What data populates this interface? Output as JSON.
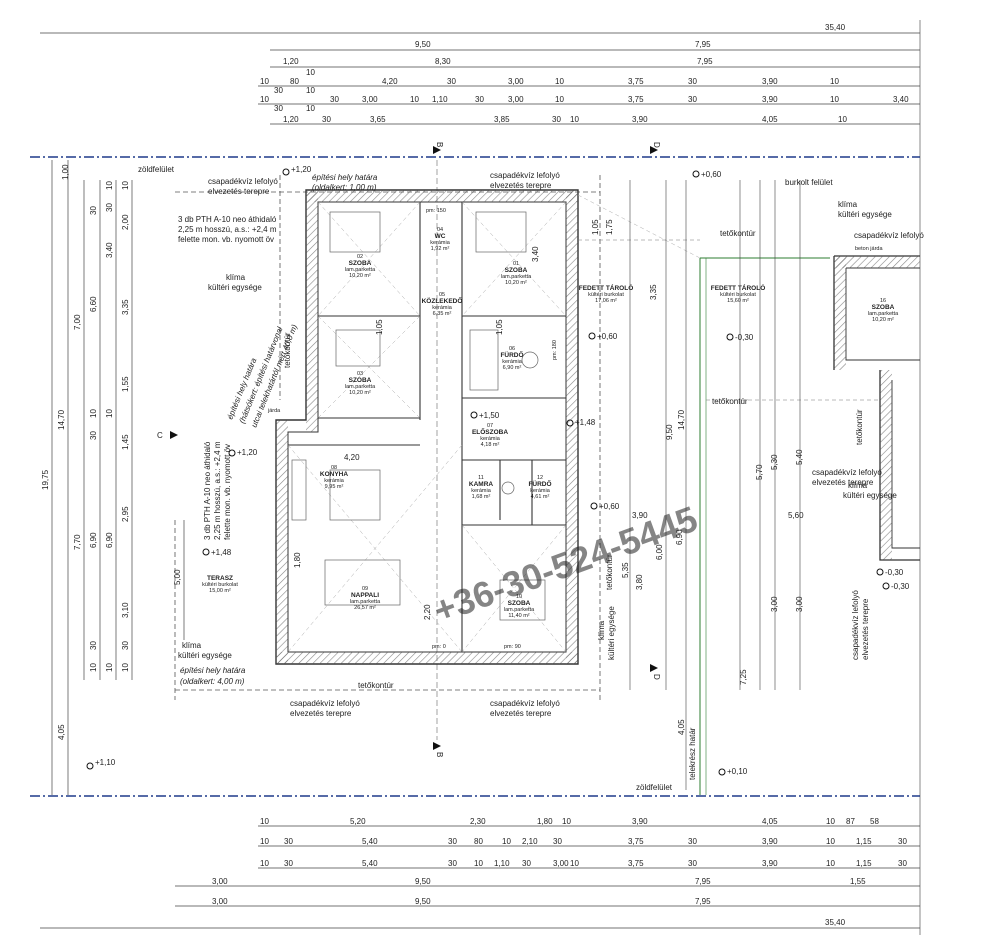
{
  "colors": {
    "axis": "#1f3a8a",
    "wall": "#333333",
    "hatch": "#777777",
    "terrain": "#2e7d32"
  },
  "dims": {
    "top": {
      "r0": [
        "35,40"
      ],
      "r1": [
        "9,50",
        "7,95"
      ],
      "r2": [
        "1,20",
        "8,30",
        "7,95"
      ],
      "r3": [
        "10",
        "30",
        "80",
        "10",
        "4,20",
        "30",
        "3,00",
        "10",
        "3,75",
        "30",
        "3,90",
        "10"
      ],
      "r4": [
        "10",
        "30",
        "10",
        "30",
        "3,00",
        "10",
        "1,10",
        "30",
        "3,00",
        "10",
        "3,75",
        "30",
        "3,90",
        "10",
        "3,40"
      ],
      "r5": [
        "1,20",
        "10",
        "30",
        "3,65",
        "3,85",
        "30",
        "10",
        "3,90",
        "4,05",
        "10"
      ]
    },
    "bottom": {
      "r1": [
        "10",
        "5,20",
        "2,30",
        "1,80",
        "10",
        "3,90",
        "4,05",
        "10",
        "87",
        "58"
      ],
      "r2": [
        "10",
        "30",
        "5,40",
        "30",
        "80",
        "10",
        "2,10",
        "30",
        "3,75",
        "30",
        "3,90",
        "10",
        "1,15",
        "30"
      ],
      "r3": [
        "10",
        "30",
        "5,40",
        "30",
        "10",
        "1,10",
        "30",
        "3,00",
        "10",
        "3,75",
        "30",
        "3,90",
        "10",
        "1,15",
        "30"
      ],
      "r4": [
        "3,00",
        "9,50",
        "7,95",
        "1,55"
      ],
      "r5": [
        "3,00",
        "9,50",
        "7,95"
      ],
      "r6": [
        "35,40"
      ]
    },
    "left": {
      "c1": [
        "19,75"
      ],
      "c2": [
        "14,70",
        "4,05"
      ],
      "c3": [
        "7,00",
        "7,70"
      ],
      "c4": [
        "1,00",
        "30",
        "6,60",
        "30",
        "10",
        "6,90",
        "30",
        "10"
      ],
      "c5": [
        "10",
        "30",
        "3,40",
        "10",
        "6,90",
        "10"
      ],
      "c6": [
        "10",
        "2,00",
        "3,35",
        "1,55",
        "1,45",
        "2,95",
        "3,10",
        "30",
        "10"
      ],
      "c7": [
        "5,00"
      ]
    },
    "interior": [
      "4,20",
      "3,90",
      "5,60",
      "5,70",
      "5,30",
      "5,40",
      "3,00",
      "3,00",
      "3,80",
      "6,00",
      "6,90",
      "5,35",
      "1,80",
      "2,20",
      "3,40",
      "3,35",
      "14,70",
      "9,50",
      "7,25",
      "4,05",
      "1,05",
      "1,05",
      "1,75",
      "1,05"
    ]
  },
  "grid": [
    "B",
    "D",
    "C",
    "B",
    "D"
  ],
  "rooms": [
    {
      "no": "02",
      "name": "SZOBA",
      "floor": "lam.parketta",
      "area": "10,20 m²"
    },
    {
      "no": "04",
      "name": "WC",
      "floor": "kerámia",
      "area": "1,92 m²"
    },
    {
      "no": "01",
      "name": "SZOBA",
      "floor": "lam.parketta",
      "area": "10,20 m²"
    },
    {
      "no": "05",
      "name": "KÖZLEKEDŐ",
      "floor": "kerámia",
      "area": "6,35 m²"
    },
    {
      "no": "06",
      "name": "FÜRDŐ",
      "floor": "kerámia",
      "area": "6,90 m²"
    },
    {
      "no": "03",
      "name": "SZOBA",
      "floor": "lam.parketta",
      "area": "10,20 m²"
    },
    {
      "no": "07",
      "name": "ELŐSZOBA",
      "floor": "kerámia",
      "area": "4,18 m²"
    },
    {
      "no": "08",
      "name": "KONYHA",
      "floor": "kerámia",
      "area": "9,95 m²"
    },
    {
      "no": "11",
      "name": "KAMRA",
      "floor": "kerámia",
      "area": "1,68 m²"
    },
    {
      "no": "12",
      "name": "FÜRDŐ",
      "floor": "kerámia",
      "area": "4,61 m²"
    },
    {
      "no": "09",
      "name": "NAPPALI",
      "floor": "lam.parketta",
      "area": "26,57 m²"
    },
    {
      "no": "10",
      "name": "SZOBA",
      "floor": "lam.parketta",
      "area": "11,40 m²"
    },
    {
      "no": "",
      "name": "FEDETT TÁROLÓ",
      "floor": "kültéri burkolat",
      "area": "17,06 m²"
    },
    {
      "no": "",
      "name": "FEDETT TÁROLÓ",
      "floor": "kültéri burkolat",
      "area": "15,60 m²"
    },
    {
      "no": "16",
      "name": "SZOBA",
      "floor": "lam.parketta",
      "area": "10,20 m²"
    },
    {
      "no": "",
      "name": "TERASZ",
      "floor": "kültéri burkolat",
      "area": "15,00 m²"
    }
  ],
  "labels": {
    "zoldfelulet": "zöldfelület",
    "epitesi_hatar1": "építési hely határa",
    "oldalkert1": "(oldalkert: 1,00 m)",
    "epitesi_hatar4": "építési hely határa",
    "oldalkert4": "(oldalkert: 4,00 m)",
    "csap_a": "csapadékvíz lefolyó",
    "csap_b": "elvezetés terepre",
    "burkolt": "burkolt felület",
    "klima": "klíma",
    "kulteri": "kültéri egysége",
    "beton_jarda": "beton járda",
    "tetokontur": "tetőkontúr",
    "telekresz": "telekrész határ",
    "pth1": "3 db PTH A-10 neo áthidaló",
    "pth2": "2,25 m hosszú, a.s.: +2,4 m",
    "pth3": "felette mon. vb. nyomott öv",
    "pth2b": "2,25 m hosszú, a.s.: +2,4 m",
    "pth3b": "felette mon. vb. nyomott öv",
    "rot1": "építési hely határa",
    "rot2": "(hátsókert: építési határvonal",
    "rot3": "utcai telekhatártól mért 40,0 m)",
    "jarda": "járda",
    "pm150": "pm: 150",
    "pm0a": "pm: 0",
    "pm90": "pm: 90",
    "pm180": "pm: 180"
  },
  "levels": [
    "+1,20",
    "+0,60",
    "+0,60",
    "-0,30",
    "+1,50",
    "+1,48",
    "+1,20",
    "+1,48",
    "+0,60",
    "-0,30",
    "-0,30",
    "+1,10",
    "+0,10"
  ],
  "watermark": "+36-30-524-5445"
}
